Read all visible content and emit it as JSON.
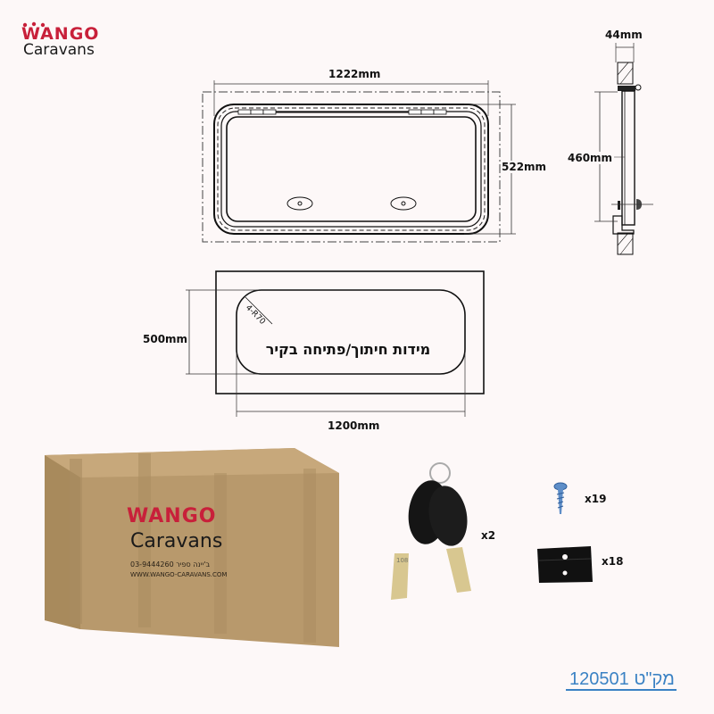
{
  "brand": {
    "line1": "WANGO",
    "line2": "Caravans",
    "accent_color": "#c8203a",
    "text_color": "#1a1a1a"
  },
  "front_view": {
    "width_label": "1222mm",
    "height_label": "522mm"
  },
  "side_view": {
    "depth_label": "44mm",
    "height_label": "460mm"
  },
  "cutout_view": {
    "height_label": "500mm",
    "width_label": "1200mm",
    "radius_label": "4-R70",
    "caption": "מידות חיתוך/פתיחה בקיר"
  },
  "package": {
    "box_brand_line1": "WANGO",
    "box_brand_line2": "Caravans",
    "box_phone": "03-9444260 ב'יינה ספיר",
    "box_website": "WWW.WANGO-CARAVANS.COM",
    "box_color": "#b8996c"
  },
  "accessories": [
    {
      "name": "keys",
      "quantity": "x2",
      "key_number": "108"
    },
    {
      "name": "screws",
      "quantity": "x19"
    },
    {
      "name": "brackets",
      "quantity": "x18"
    }
  ],
  "sku": {
    "label": "מק\"ט",
    "value": "120501",
    "color": "#3b82c4"
  }
}
